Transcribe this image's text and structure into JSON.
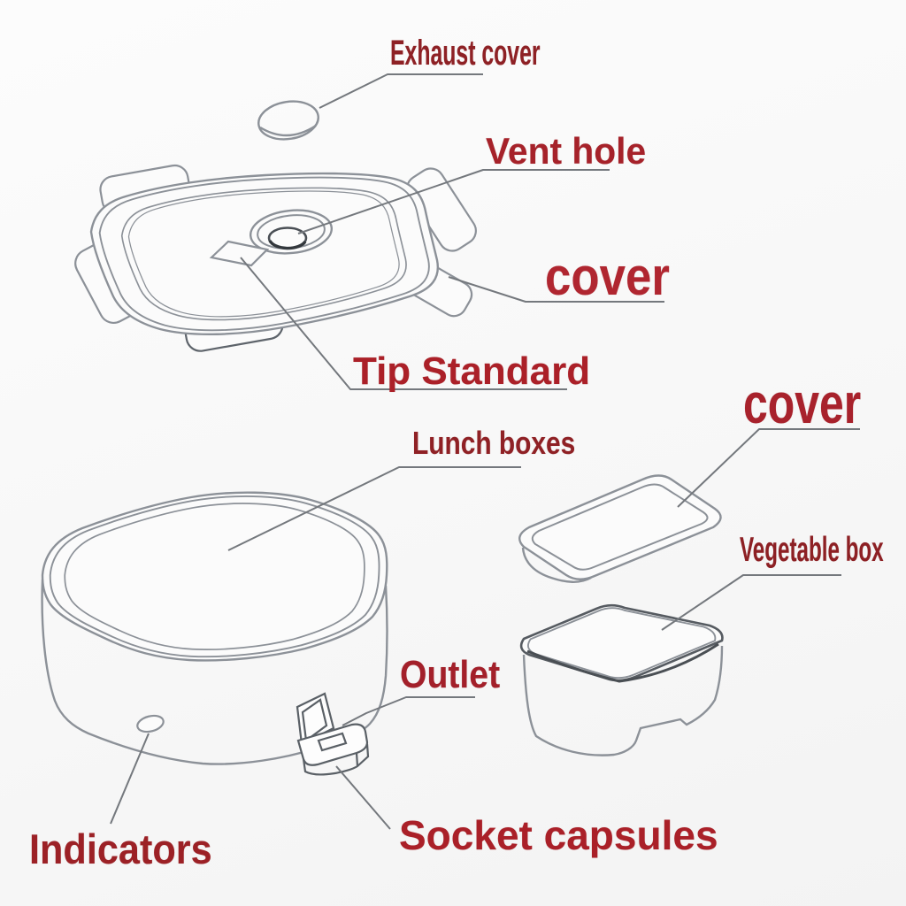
{
  "diagram": {
    "background_color": "#fbfbfb",
    "line_color": "#8c9198",
    "leader_color": "#74787d",
    "labels": {
      "exhaust_cover": {
        "text": "Exhaust cover",
        "color": "#8e2125"
      },
      "vent_hole": {
        "text": "Vent hole",
        "color": "#a6222a"
      },
      "cover_top": {
        "text": "cover",
        "color": "#b02630"
      },
      "tip_standard": {
        "text": "Tip Standard",
        "color": "#ab2028"
      },
      "lunch_boxes": {
        "text": "Lunch boxes",
        "color": "#8f2125"
      },
      "cover_right": {
        "text": "cover",
        "color": "#a8222c"
      },
      "vegetable_box": {
        "text": "Vegetable box",
        "color": "#8d2024"
      },
      "outlet": {
        "text": "Outlet",
        "color": "#a3202a"
      },
      "indicators": {
        "text": "Indicators",
        "color": "#9c2126"
      },
      "socket_capsules": {
        "text": "Socket capsules",
        "color": "#aa2028"
      }
    }
  }
}
